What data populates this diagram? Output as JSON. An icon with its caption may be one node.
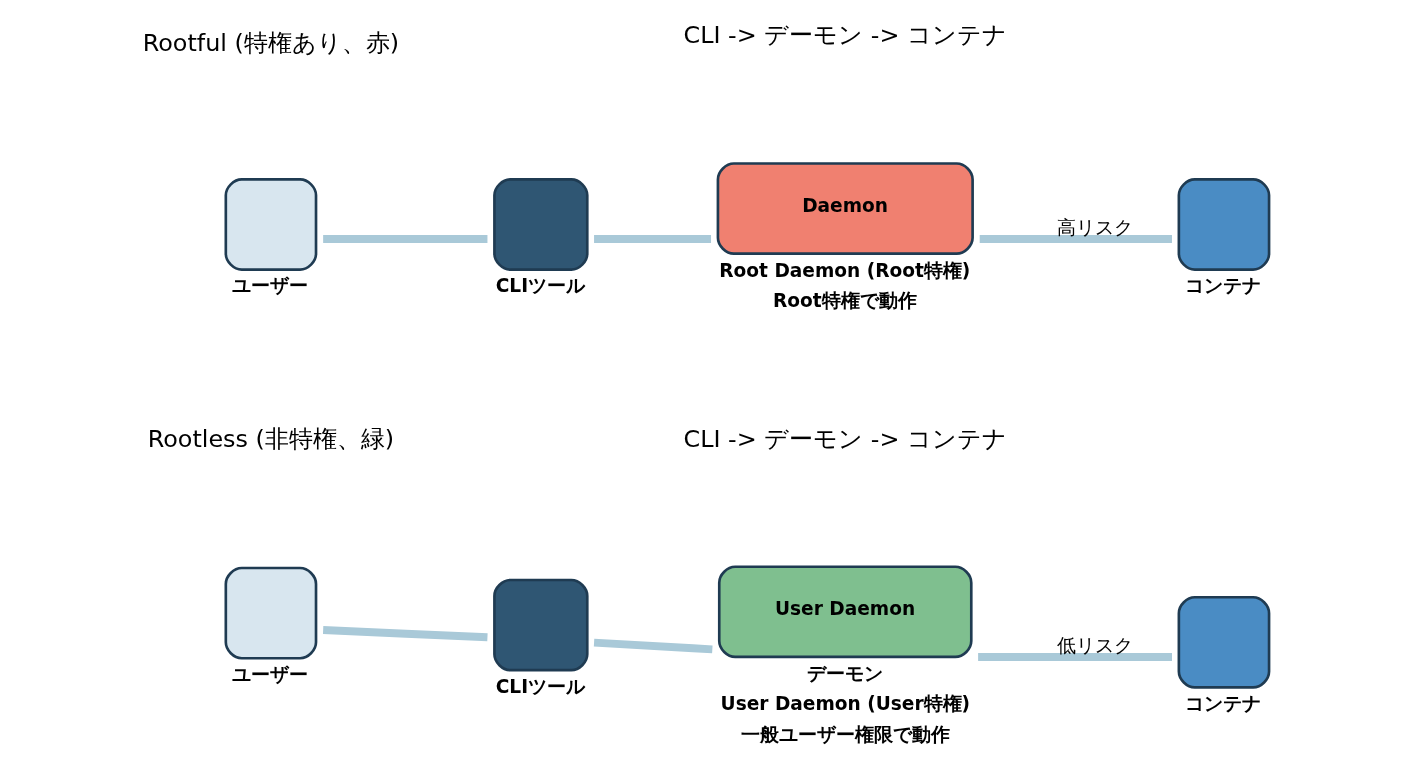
{
  "diagram": {
    "nodes": [
      {
        "text": [],
        "shape": "box",
        "beside": [
          "ユーザー"
        ]
      },
      {
        "text": [],
        "shape": "box",
        "beside": [
          "CLIツール"
        ]
      },
      {
        "text": [
          "Daemon"
        ],
        "beside": [
          "Root Daemon (Root特権)",
          "Root特権で動作"
        ]
      },
      {
        "text": [],
        "shape": "box",
        "beside": [
          "コンテナ"
        ]
      },
      {
        "text": [],
        "shape": "box",
        "beside": [
          "ユーザー"
        ]
      },
      {
        "text": [],
        "shape": "box",
        "beside": [
          "CLIツール"
        ]
      },
      {
        "text": [
          "User Daemon"
        ],
        "beside": [
          "デーモン",
          "User Daemon (User特権)",
          "一般ユーザー権限で動作"
        ]
      },
      {
        "text": [],
        "shape": "box",
        "beside": [
          "コンテナ"
        ]
      }
    ],
    "edges": [
      {
        "from": 0,
        "to": 1,
        "arrow": "none"
      },
      {
        "from": 1,
        "to": 2,
        "arrow": "none"
      },
      {
        "from": 2,
        "to": 3,
        "arrow": "none",
        "label": "高リスク"
      },
      {
        "from": 4,
        "to": 5,
        "arrow": "none"
      },
      {
        "from": 5,
        "to": 6,
        "arrow": "none"
      },
      {
        "from": 6,
        "to": 7,
        "arrow": "none",
        "label": "低リスク"
      }
    ],
    "labels": [
      "Rootful (特権あり、赤)",
      "CLI -> デーモン -> コンテナ",
      "Rootless (非特権、緑)",
      "CLI -> デーモン -> コンテナ"
    ]
  }
}
